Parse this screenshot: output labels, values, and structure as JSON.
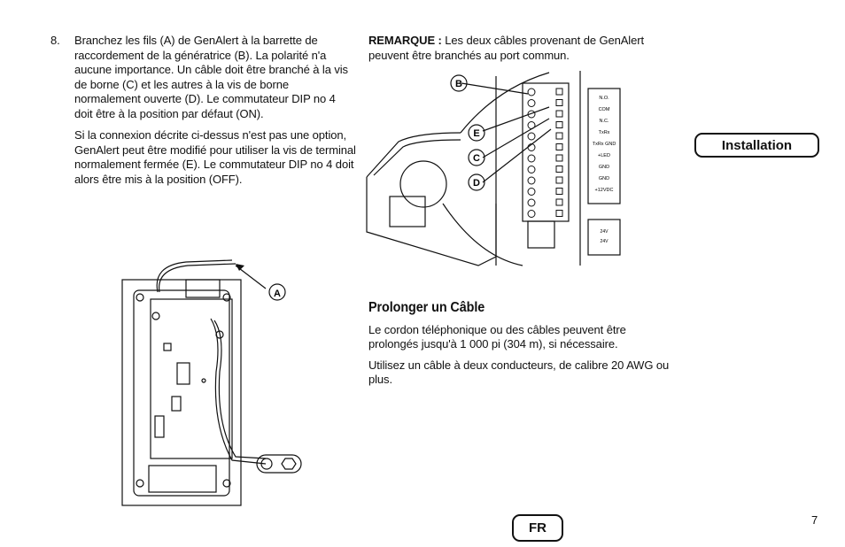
{
  "step8": {
    "number": "8.",
    "para1": "Branchez les fils (A) de GenAlert à la barrette de raccordement de la génératrice (B). La polarité n'a aucune importance. Un câble doit être branché à la vis de borne (C) et les autres à la vis de borne normalement ouverte (D). Le commutateur DIP no 4 doit être à la position par défaut (ON).",
    "para2": "Si la connexion décrite ci-dessus n'est pas une option, GenAlert peut être modifié pour utiliser la vis de terminal normalement fermée (E). Le commutateur DIP no 4 doit alors être mis à la position (OFF)."
  },
  "remark": {
    "label": "REMARQUE :",
    "text": "Les deux câbles provenant de GenAlert peuvent être branchés au port commun."
  },
  "section_tab": "Installation",
  "extend": {
    "heading": "Prolonger un Câble",
    "para1": "Le cordon téléphonique ou des câbles peuvent être prolongés jusqu'à 1 000 pi (304 m), si nécessaire.",
    "para2": "Utilisez un câble à deux conducteurs, de calibre 20 AWG ou plus."
  },
  "language_tab": "FR",
  "page_number": "7",
  "figure_device": {
    "callout": "A"
  },
  "figure_terminal": {
    "callouts": [
      "B",
      "E",
      "C",
      "D"
    ],
    "terminal_labels": [
      "N.O.",
      "COM",
      "N.C.",
      "TxRx",
      "TxRx GND",
      "+LED",
      "GND",
      "GND",
      "+12VDC"
    ],
    "voltage_labels": [
      "24V",
      "24V"
    ]
  }
}
